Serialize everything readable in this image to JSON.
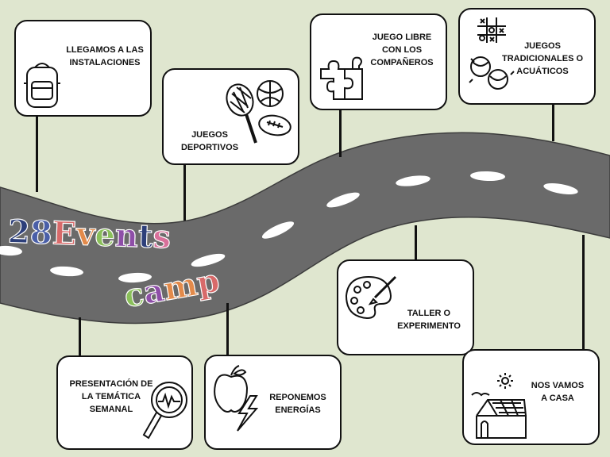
{
  "title": {
    "line1": [
      "2",
      "8",
      " ",
      "E",
      "v",
      "e",
      "n",
      "t",
      "s"
    ],
    "line2": [
      "c",
      "a",
      "m",
      "p"
    ],
    "colors": {
      "navy": "#2d3f7a",
      "blue": "#4a5fa8",
      "red": "#d86a6a",
      "orange": "#e38a4a",
      "green": "#8abf5a",
      "purple": "#8e4ea8",
      "pink": "#d8709a"
    }
  },
  "steps": [
    {
      "id": "instalaciones",
      "label": "LLEGAMOS A LAS\nINSTALACIONES",
      "icon": "backpack-icon"
    },
    {
      "id": "deportivos",
      "label": "JUEGOS\nDEPORTIVOS",
      "icon": "sports-balls-icon"
    },
    {
      "id": "juego-libre",
      "label": "JUEGO LIBRE\nCON LOS\nCOMPAÑEROS",
      "icon": "puzzle-icon"
    },
    {
      "id": "tradicionales",
      "label": "JUEGOS\nTRADICIONALES O\nACUÁTICOS",
      "icon": "tic-tac-toe-icon"
    },
    {
      "id": "presentacion",
      "label": "PRESENTACIÓN DE\nLA TEMÁTICA\nSEMANAL",
      "icon": "magnifier-icon"
    },
    {
      "id": "reponemos",
      "label": "REPONEMOS\nENERGÍAS",
      "icon": "apple-lightning-icon"
    },
    {
      "id": "taller",
      "label": "TALLER O\nEXPERIMENTO",
      "icon": "paint-palette-icon"
    },
    {
      "id": "casa",
      "label": "NOS VAMOS\nA CASA",
      "icon": "house-icon"
    }
  ],
  "colors": {
    "background": "#dfe6cf",
    "road": "#6a6a6a",
    "road_dash": "#ffffff",
    "card_border": "#111111"
  }
}
